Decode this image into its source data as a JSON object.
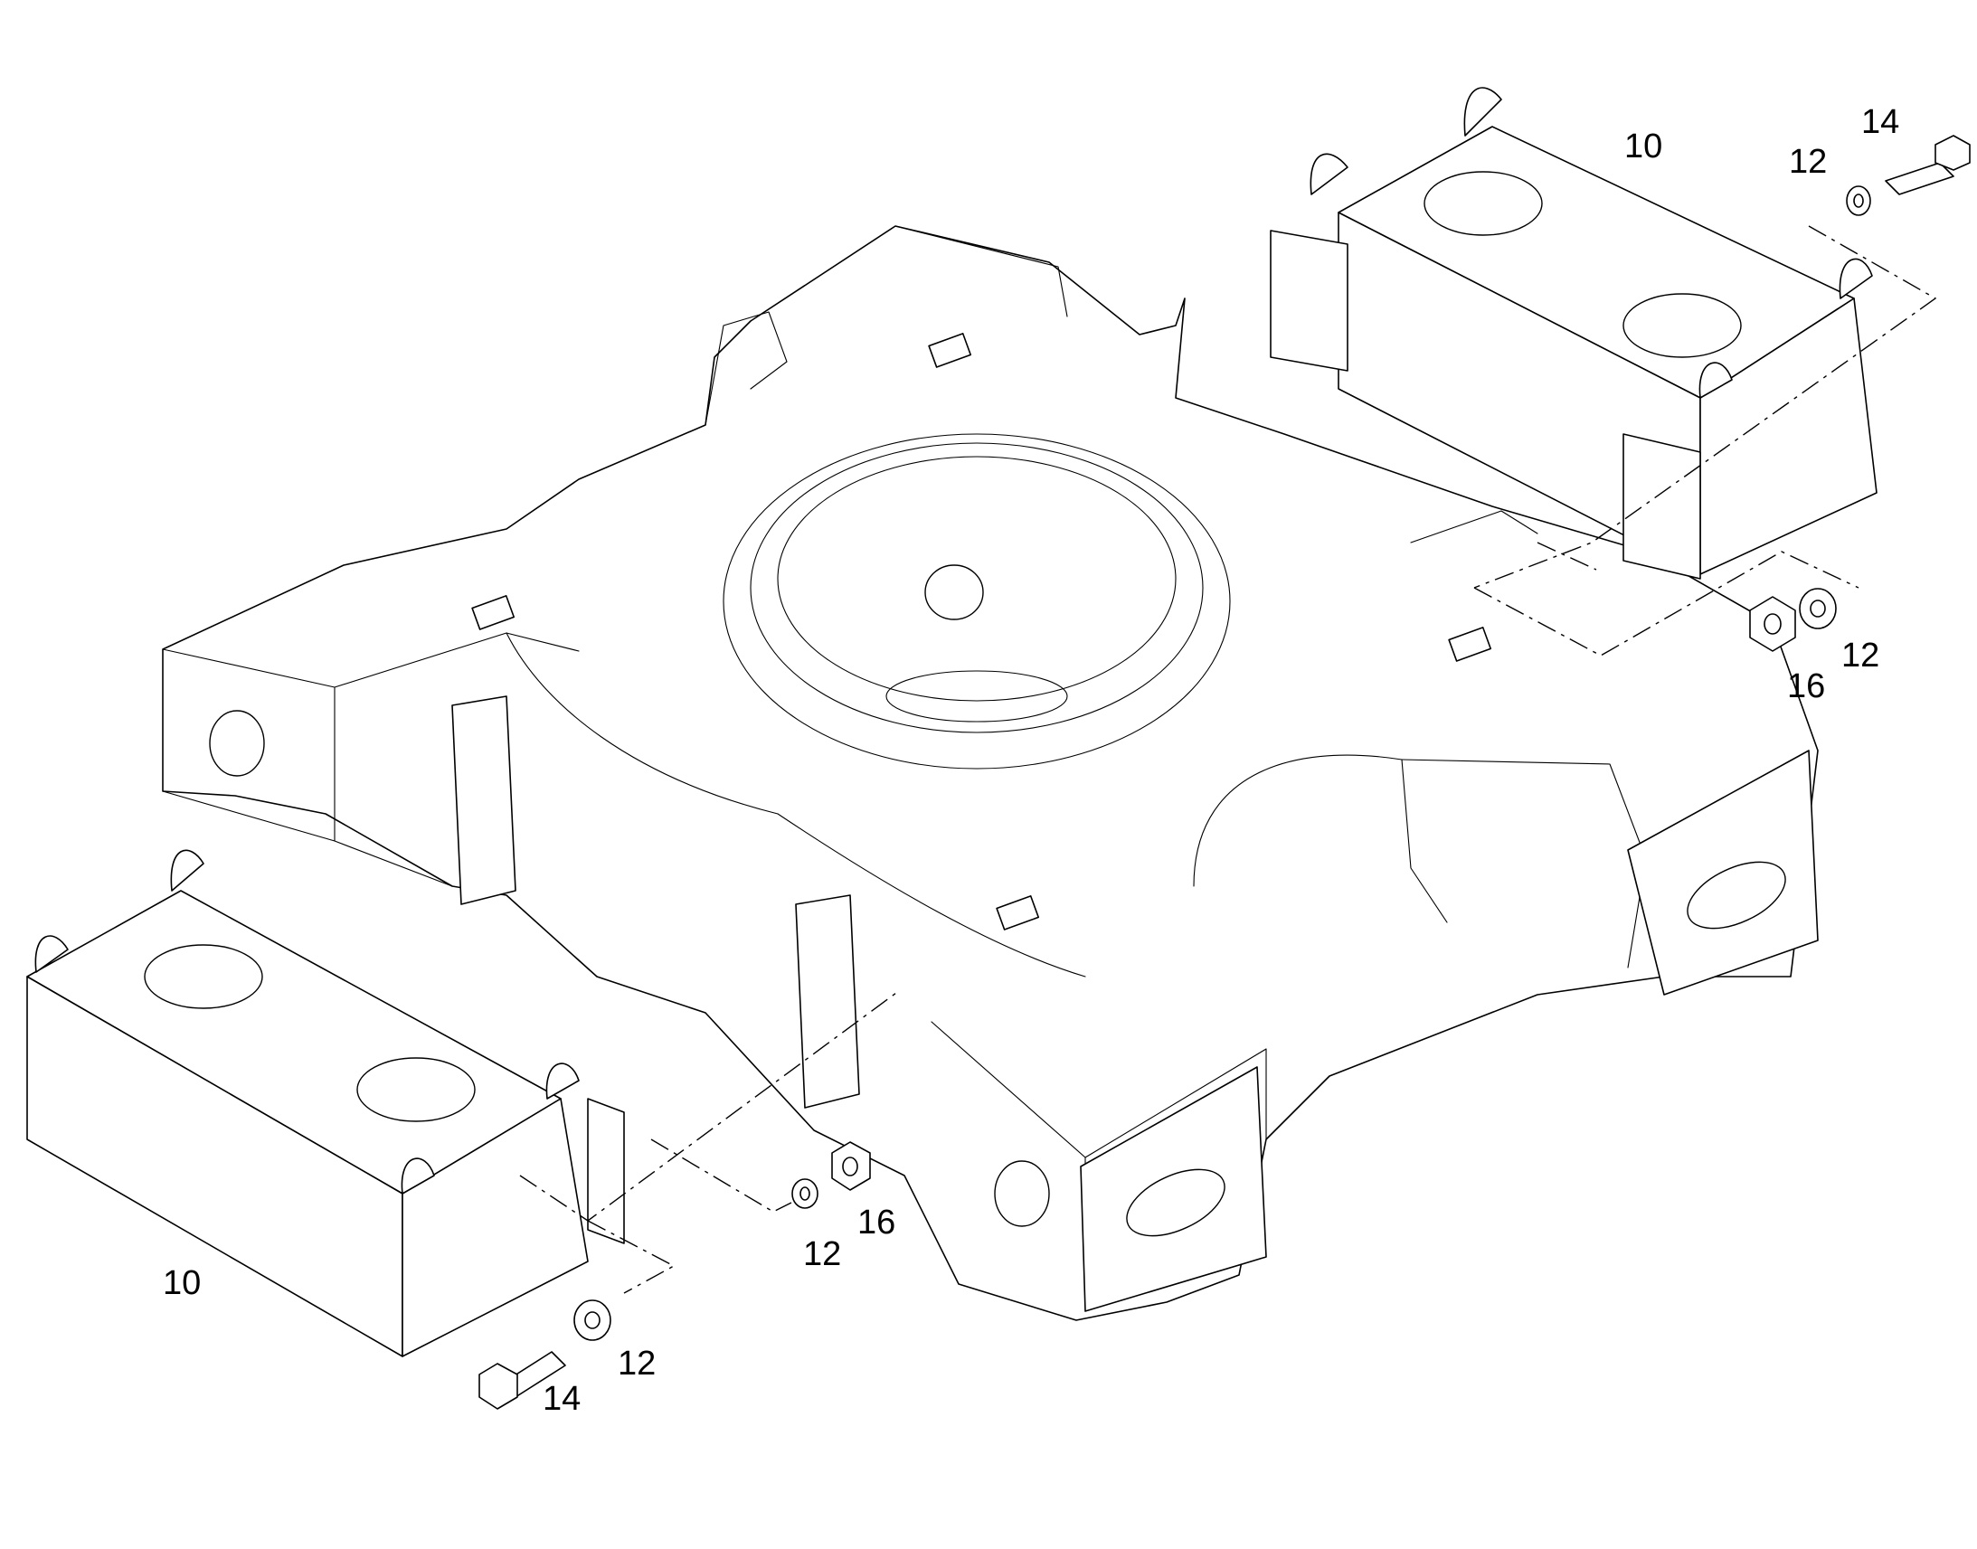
{
  "callouts": [
    {
      "id": "c1",
      "text": "10"
    },
    {
      "id": "c2",
      "text": "12"
    },
    {
      "id": "c3",
      "text": "14"
    },
    {
      "id": "c4",
      "text": "12"
    },
    {
      "id": "c5",
      "text": "16"
    },
    {
      "id": "c6",
      "text": "10"
    },
    {
      "id": "c7",
      "text": "12"
    },
    {
      "id": "c8",
      "text": "16"
    },
    {
      "id": "c9",
      "text": "14"
    },
    {
      "id": "c10",
      "text": "12"
    }
  ]
}
